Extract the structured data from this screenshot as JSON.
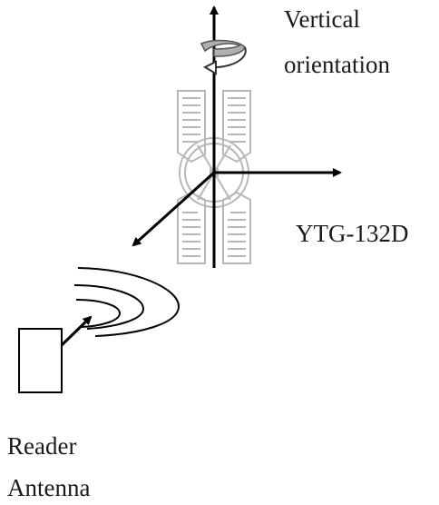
{
  "labels": {
    "orientation_line1": "Vertical",
    "orientation_line2": "orientation",
    "tag_model": "YTG-132D",
    "reader_line1": "Reader",
    "reader_line2": "Antenna"
  },
  "colors": {
    "line": "#000000",
    "tag_outline": "#b8b8b8",
    "rotation_band": "#b0b0b0",
    "text": "#1a1a1a"
  },
  "icons": {
    "rotation": "curved-rotation-arrow",
    "antenna": "reader-antenna-box",
    "signal": "radio-wave-arcs"
  }
}
